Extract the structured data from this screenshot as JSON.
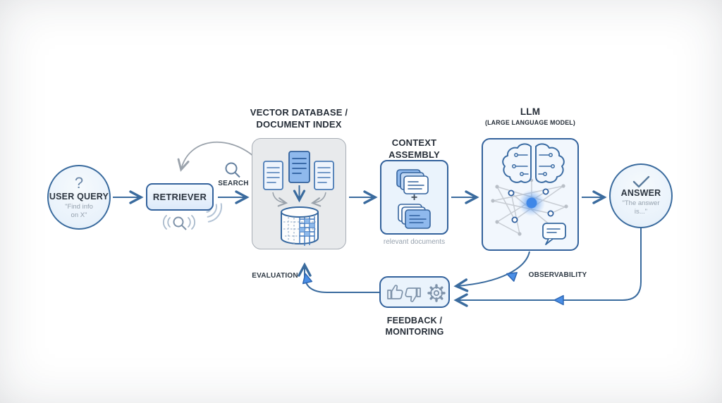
{
  "diagram": {
    "name": "rag-pipeline-flow",
    "colors": {
      "line_blue": "#3a6b9e",
      "line_gray": "#9aa2ab",
      "arrow_fill": "#4a8ee6",
      "panel_gray_fill": "#e8eaec",
      "panel_blue_fill": "#f2f7fd",
      "doc_blue": "#8fb9ed",
      "text_dark": "#262e38",
      "text_muted": "#94a0ad"
    }
  },
  "nodes": {
    "user_query": {
      "label": "USER QUERY",
      "quote_line1": "\"Find info",
      "quote_line2": "on X\"",
      "icon": "question-mark"
    },
    "retriever": {
      "label": "RETRIEVER"
    },
    "vector_db": {
      "title_line1": "VECTOR DATABASE /",
      "title_line2": "DOCUMENT INDEX"
    },
    "context": {
      "title_line1": "CONTEXT",
      "title_line2": "ASSEMBLY",
      "plus": "+",
      "caption": "relevant documents"
    },
    "llm": {
      "title": "LLM",
      "subtitle": "(LARGE LANGUAGE MODEL)"
    },
    "answer": {
      "label": "ANSWER",
      "quote_line1": "\"The answer",
      "quote_line2": "is...\""
    },
    "feedback": {
      "label_line1": "FEEDBACK /",
      "label_line2": "MONITORING"
    }
  },
  "edge_labels": {
    "search": "SEARCH",
    "evaluation": "EVALUATION",
    "observability": "OBSERVABILITY"
  }
}
